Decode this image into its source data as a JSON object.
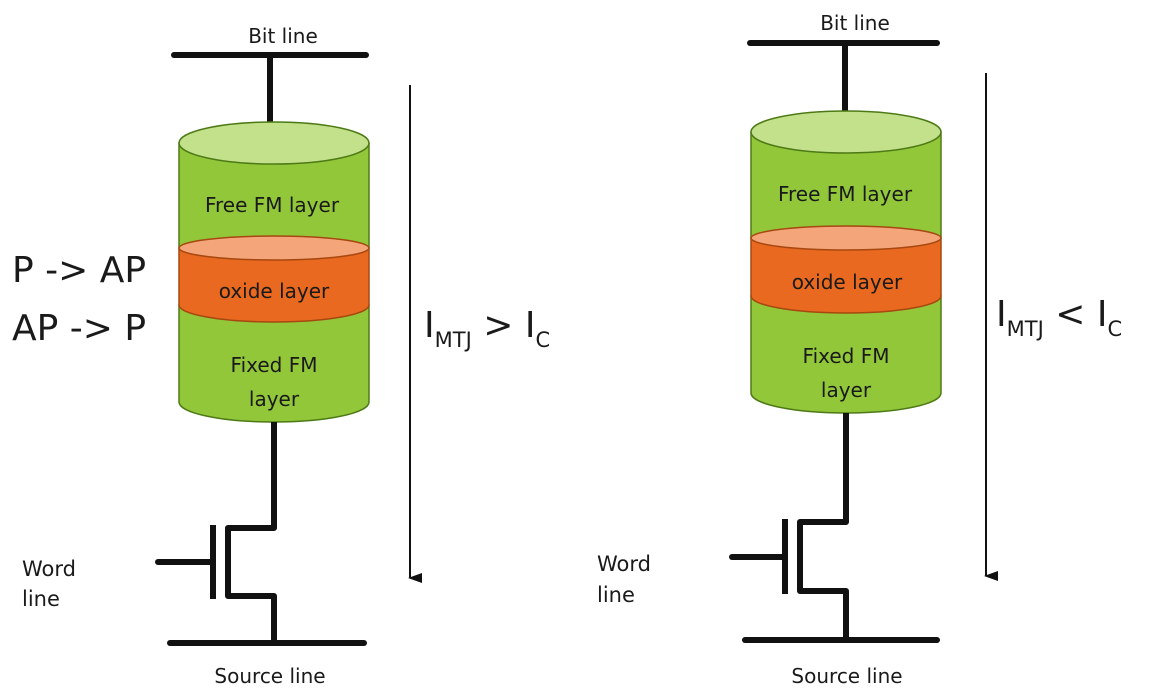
{
  "colors": {
    "green_body": "#92c73a",
    "green_top": "#c3e08b",
    "orange_body": "#e8691f",
    "orange_top": "#f4a57a",
    "line": "#111111"
  },
  "left_cell": {
    "bit_line": "Bit line",
    "free_layer": "Free FM layer",
    "oxide_layer": "oxide layer",
    "fixed_layer_line1": "Fixed FM",
    "fixed_layer_line2": "layer",
    "word_line_1": "Word",
    "word_line_2": "line",
    "source_line": "Source line",
    "current_main": "I",
    "current_sub": "MTJ",
    "current_op": " > I",
    "current_sub2": "C"
  },
  "transitions": [
    "P -> AP",
    "AP -> P"
  ],
  "right_cell": {
    "bit_line": "Bit line",
    "free_layer": "Free FM layer",
    "oxide_layer": "oxide layer",
    "fixed_layer_line1": "Fixed FM",
    "fixed_layer_line2": "layer",
    "word_line_1": "Word",
    "word_line_2": "line",
    "source_line": "Source line",
    "current_main": "I",
    "current_sub": "MTJ",
    "current_op": " < I",
    "current_sub2": "C"
  }
}
